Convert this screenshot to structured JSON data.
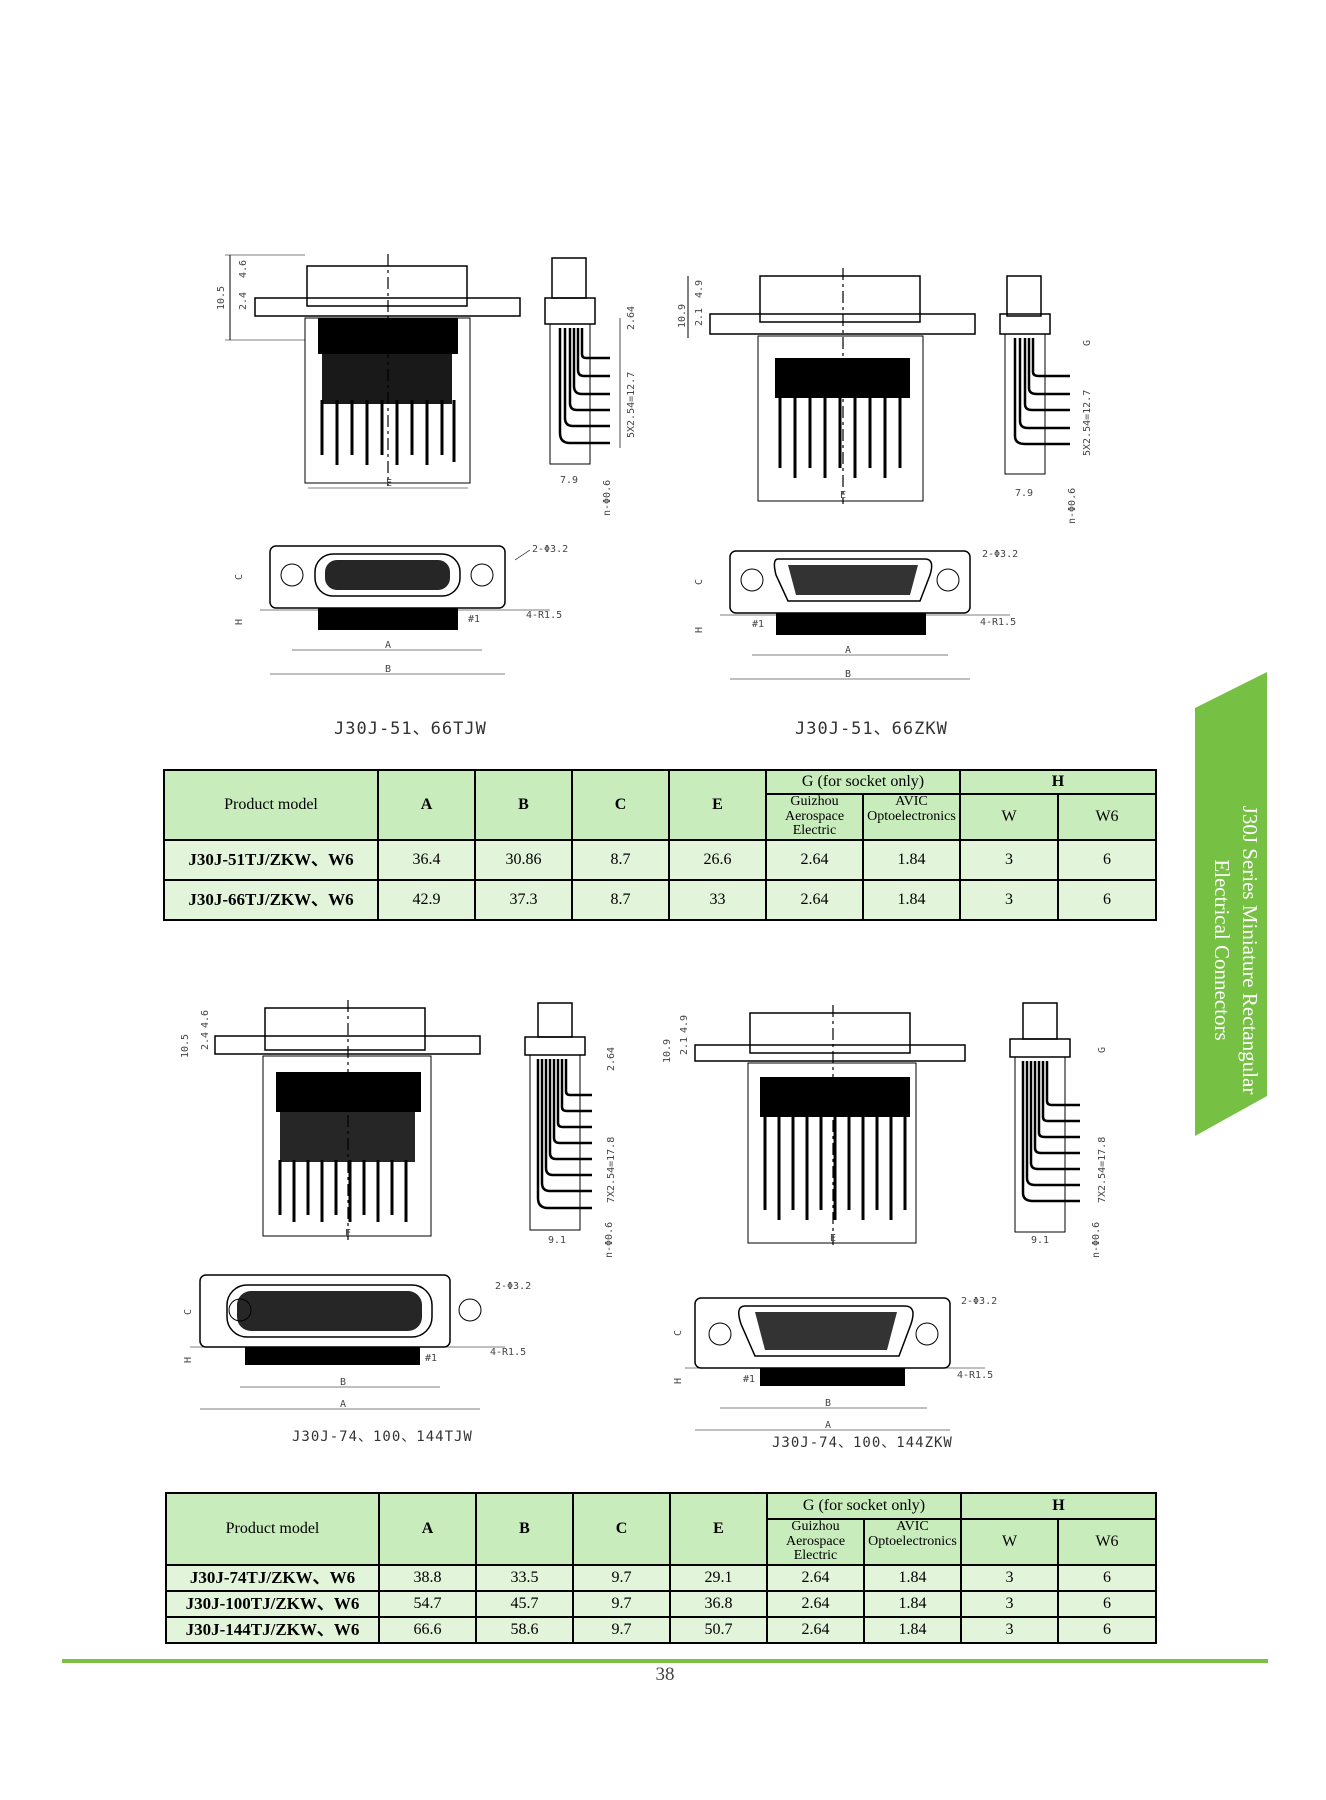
{
  "side_tab": {
    "line1": "J30J Series Miniature Rectangular",
    "line2": "Electrical Connectors",
    "color": "#76c043"
  },
  "captions": {
    "fig1": "J30J-51、66TJW",
    "fig2": "J30J-51、66ZKW",
    "fig3": "J30J-74、100、144TJW",
    "fig4": "J30J-74、100、144ZKW"
  },
  "dims": {
    "d105": "10.5",
    "d46": "4.6",
    "d24": "2.4",
    "d109": "10.9",
    "d49": "4.9",
    "d21": "2.1",
    "d264": "2.64",
    "d5x": "5X2.54=12.7",
    "d7x": "7X2.54=17.8",
    "d79": "7.9",
    "d91": "9.1",
    "phi06": "n-Φ0.6",
    "holes": "2-Φ3.2",
    "radius": "4-R1.5",
    "A": "A",
    "B": "B",
    "C": "C",
    "E": "E",
    "G": "G",
    "H": "H",
    "pin1": "#1"
  },
  "table1": {
    "headers": {
      "model": "Product model",
      "A": "A",
      "B": "B",
      "C": "C",
      "E": "E",
      "G": "G (for socket only)",
      "G_sub1": "Guizhou Aerospace Electric",
      "G_sub2": "AVIC Optoelectronics",
      "H": "H",
      "H_sub1": "W",
      "H_sub2": "W6"
    },
    "rows": [
      {
        "model": "J30J-51TJ/ZKW、W6",
        "A": "36.4",
        "B": "30.86",
        "C": "8.7",
        "E": "26.6",
        "G1": "2.64",
        "G2": "1.84",
        "W": "3",
        "W6": "6"
      },
      {
        "model": "J30J-66TJ/ZKW、W6",
        "A": "42.9",
        "B": "37.3",
        "C": "8.7",
        "E": "33",
        "G1": "2.64",
        "G2": "1.84",
        "W": "3",
        "W6": "6"
      }
    ]
  },
  "table2": {
    "headers": {
      "model": "Product model",
      "A": "A",
      "B": "B",
      "C": "C",
      "E": "E",
      "G": "G (for socket only)",
      "G_sub1": "Guizhou Aerospace Electric",
      "G_sub2": "AVIC Optoelectronics",
      "H": "H",
      "H_sub1": "W",
      "H_sub2": "W6"
    },
    "rows": [
      {
        "model": "J30J-74TJ/ZKW、W6",
        "A": "38.8",
        "B": "33.5",
        "C": "9.7",
        "E": "29.1",
        "G1": "2.64",
        "G2": "1.84",
        "W": "3",
        "W6": "6"
      },
      {
        "model": "J30J-100TJ/ZKW、W6",
        "A": "54.7",
        "B": "45.7",
        "C": "9.7",
        "E": "36.8",
        "G1": "2.64",
        "G2": "1.84",
        "W": "3",
        "W6": "6"
      },
      {
        "model": "J30J-144TJ/ZKW、W6",
        "A": "66.6",
        "B": "58.6",
        "C": "9.7",
        "E": "50.7",
        "G1": "2.64",
        "G2": "1.84",
        "W": "3",
        "W6": "6"
      }
    ]
  },
  "page_number": "38",
  "accent_color": "#7dc043",
  "table_header_color": "#c9ecbd",
  "table_row_color": "#e2f4da"
}
